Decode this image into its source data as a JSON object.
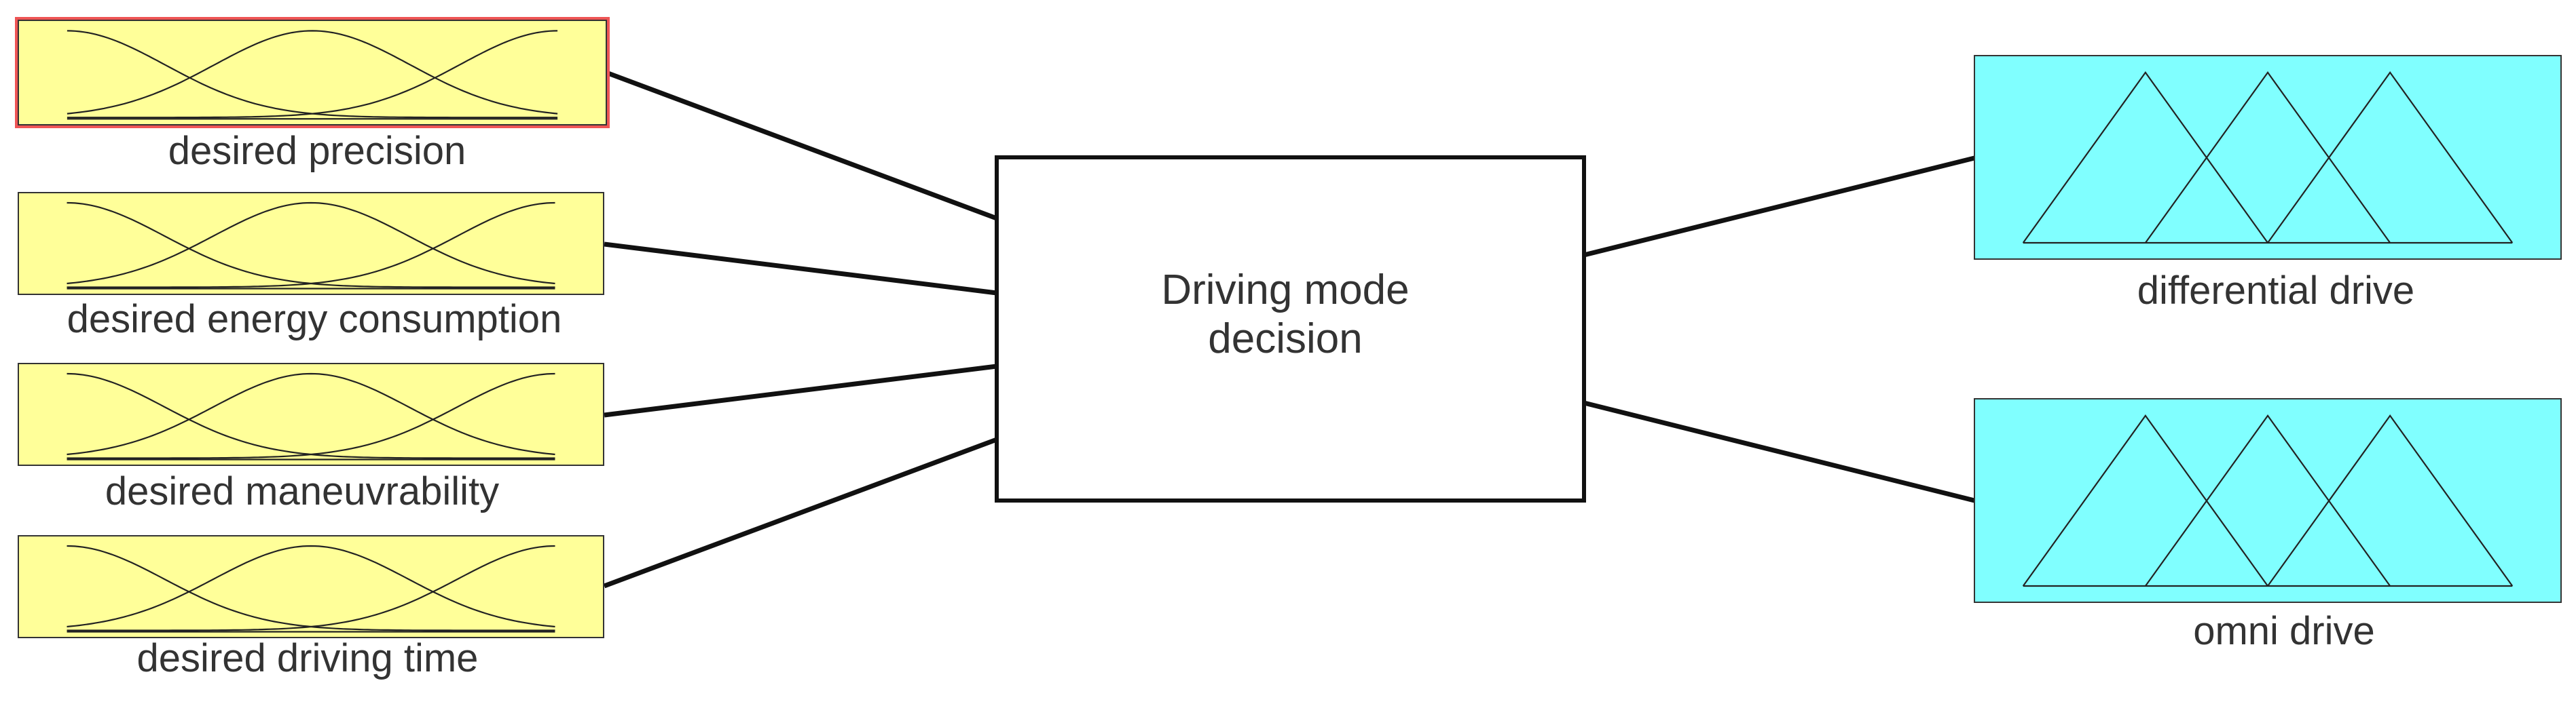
{
  "diagram": {
    "title": "",
    "center": {
      "label_line1": "Driving mode",
      "label_line2": "decision"
    },
    "inputs": [
      {
        "label": "desired precision",
        "selected": true
      },
      {
        "label": "desired energy consumption",
        "selected": false
      },
      {
        "label": "desired maneuvrability",
        "selected": false
      },
      {
        "label": "desired driving time",
        "selected": false
      }
    ],
    "outputs": [
      {
        "label": "differential drive"
      },
      {
        "label": "omni drive"
      }
    ],
    "colors": {
      "input_fill": "#ffff99",
      "output_fill": "#80ffff",
      "selection_border": "#ee5555",
      "line": "#111111"
    }
  }
}
